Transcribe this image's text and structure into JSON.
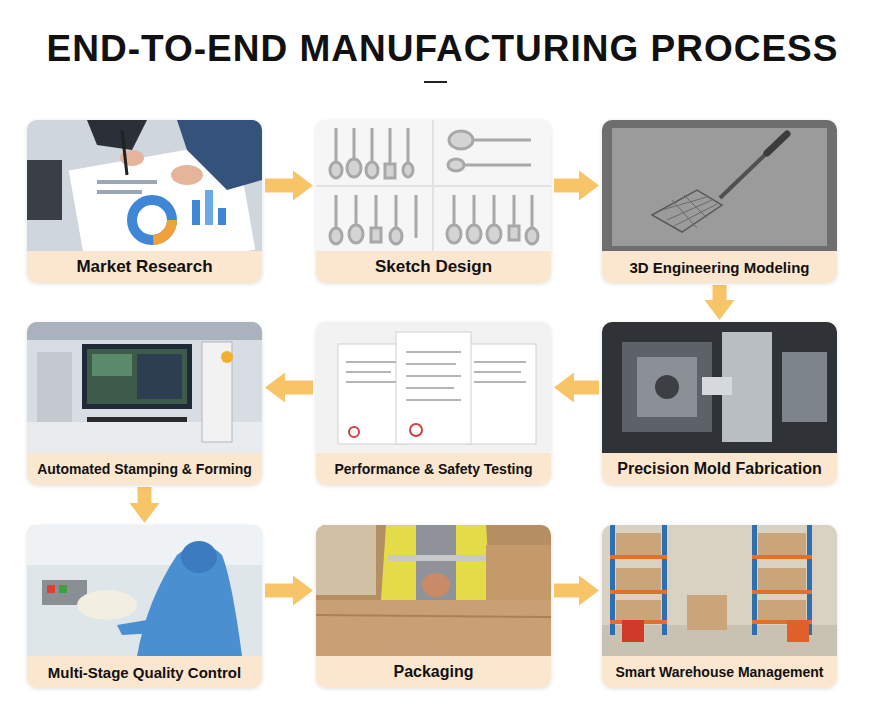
{
  "diagram": {
    "title": "END-TO-END MANUFACTURING PROCESS",
    "nodes": [
      {
        "text": [
          "Market Research"
        ]
      },
      {
        "text": [
          "Sketch Design"
        ]
      },
      {
        "text": [
          "3D Engineering Modeling"
        ]
      },
      {
        "text": [
          "Automated Stamping & Forming"
        ]
      },
      {
        "text": [
          "Performance & Safety Testing"
        ]
      },
      {
        "text": [
          "Precision Mold Fabrication"
        ]
      },
      {
        "text": [
          "Multi-Stage Quality Control"
        ]
      },
      {
        "text": [
          "Packaging"
        ]
      },
      {
        "text": [
          "Smart Warehouse Management"
        ]
      }
    ],
    "edges": [
      {
        "from": 0,
        "to": 1,
        "arrow": "to"
      },
      {
        "from": 1,
        "to": 2,
        "arrow": "to"
      },
      {
        "from": 2,
        "to": 5,
        "arrow": "to"
      },
      {
        "from": 5,
        "to": 4,
        "arrow": "to"
      },
      {
        "from": 4,
        "to": 3,
        "arrow": "to"
      },
      {
        "from": 3,
        "to": 6,
        "arrow": "to"
      },
      {
        "from": 6,
        "to": 7,
        "arrow": "to"
      },
      {
        "from": 7,
        "to": 8,
        "arrow": "to"
      }
    ]
  }
}
